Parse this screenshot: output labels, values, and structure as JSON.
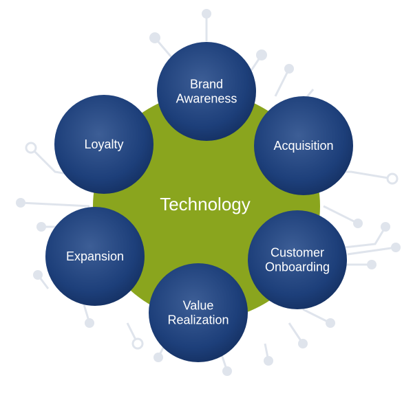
{
  "center": {
    "label": "Technology",
    "color": "#8aa51e"
  },
  "node_color": "#1c3f7a",
  "nodes": [
    {
      "lines": [
        "Brand",
        "Awareness"
      ]
    },
    {
      "lines": [
        "Acquisition"
      ]
    },
    {
      "lines": [
        "Customer",
        "Onboarding"
      ]
    },
    {
      "lines": [
        "Value",
        "Realization"
      ]
    },
    {
      "lines": [
        "Expansion"
      ]
    },
    {
      "lines": [
        "Loyalty"
      ]
    }
  ]
}
